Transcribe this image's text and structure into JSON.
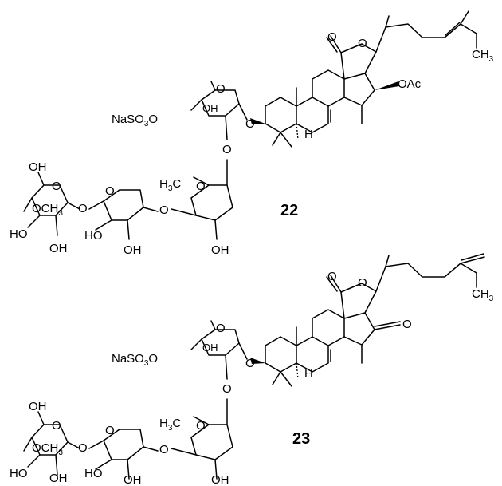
{
  "figure": {
    "compounds": [
      {
        "id": "22",
        "label": "22",
        "sulfate": {
          "prefix": "NaSO",
          "sub": "3",
          "suffix": "O"
        },
        "side_chain_end": "CH3",
        "c16_substituent": "OAc",
        "c16_hetero": "OAc"
      },
      {
        "id": "23",
        "label": "23",
        "sulfate": {
          "prefix": "NaSO",
          "sub": "3",
          "suffix": "O"
        },
        "side_chain_end": "CH3",
        "c16_substituent": "O"
      }
    ],
    "atom_labels": {
      "O": "O",
      "OH": "OH",
      "HO": "HO",
      "H": "H",
      "H3C_main": "H",
      "H3C_sub": "3",
      "H3C_end": "C",
      "OCH3_main": "OCH",
      "OCH3_sub": "3",
      "CH3_main": "CH",
      "CH3_sub": "3"
    }
  }
}
